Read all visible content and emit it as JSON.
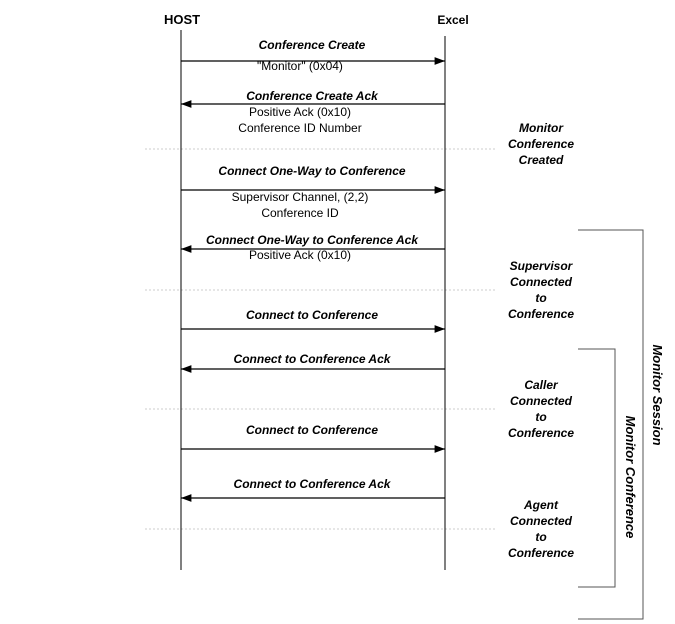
{
  "participants": {
    "host": "HOST",
    "excel": "Excel"
  },
  "messages": [
    {
      "label": "Conference Create",
      "direction": "right",
      "details": [
        "\"Monitor\" (0x04)"
      ]
    },
    {
      "label": "Conference Create Ack",
      "direction": "left",
      "details": [
        "Positive Ack (0x10)",
        "Conference ID Number"
      ]
    },
    {
      "label": "Connect One-Way to Conference",
      "direction": "right",
      "details": [
        "Supervisor Channel, (2,2)",
        "Conference ID"
      ]
    },
    {
      "label": "Connect One-Way to Conference Ack",
      "direction": "left",
      "details": [
        "Positive Ack (0x10)"
      ]
    },
    {
      "label": "Connect to Conference",
      "direction": "right",
      "details": []
    },
    {
      "label": "Connect to Conference Ack",
      "direction": "left",
      "details": []
    },
    {
      "label": "Connect to Conference",
      "direction": "right",
      "details": []
    },
    {
      "label": "Connect to Conference Ack",
      "direction": "left",
      "details": []
    }
  ],
  "states": [
    [
      "Monitor",
      "Conference",
      "Created"
    ],
    [
      "Supervisor",
      "Connected",
      "to",
      "Conference"
    ],
    [
      "Caller",
      "Connected",
      "to",
      "Conference"
    ],
    [
      "Agent",
      "Connected",
      "to",
      "Conference"
    ]
  ],
  "brackets": {
    "session": "Monitor Session",
    "conference": "Monitor Conference"
  }
}
